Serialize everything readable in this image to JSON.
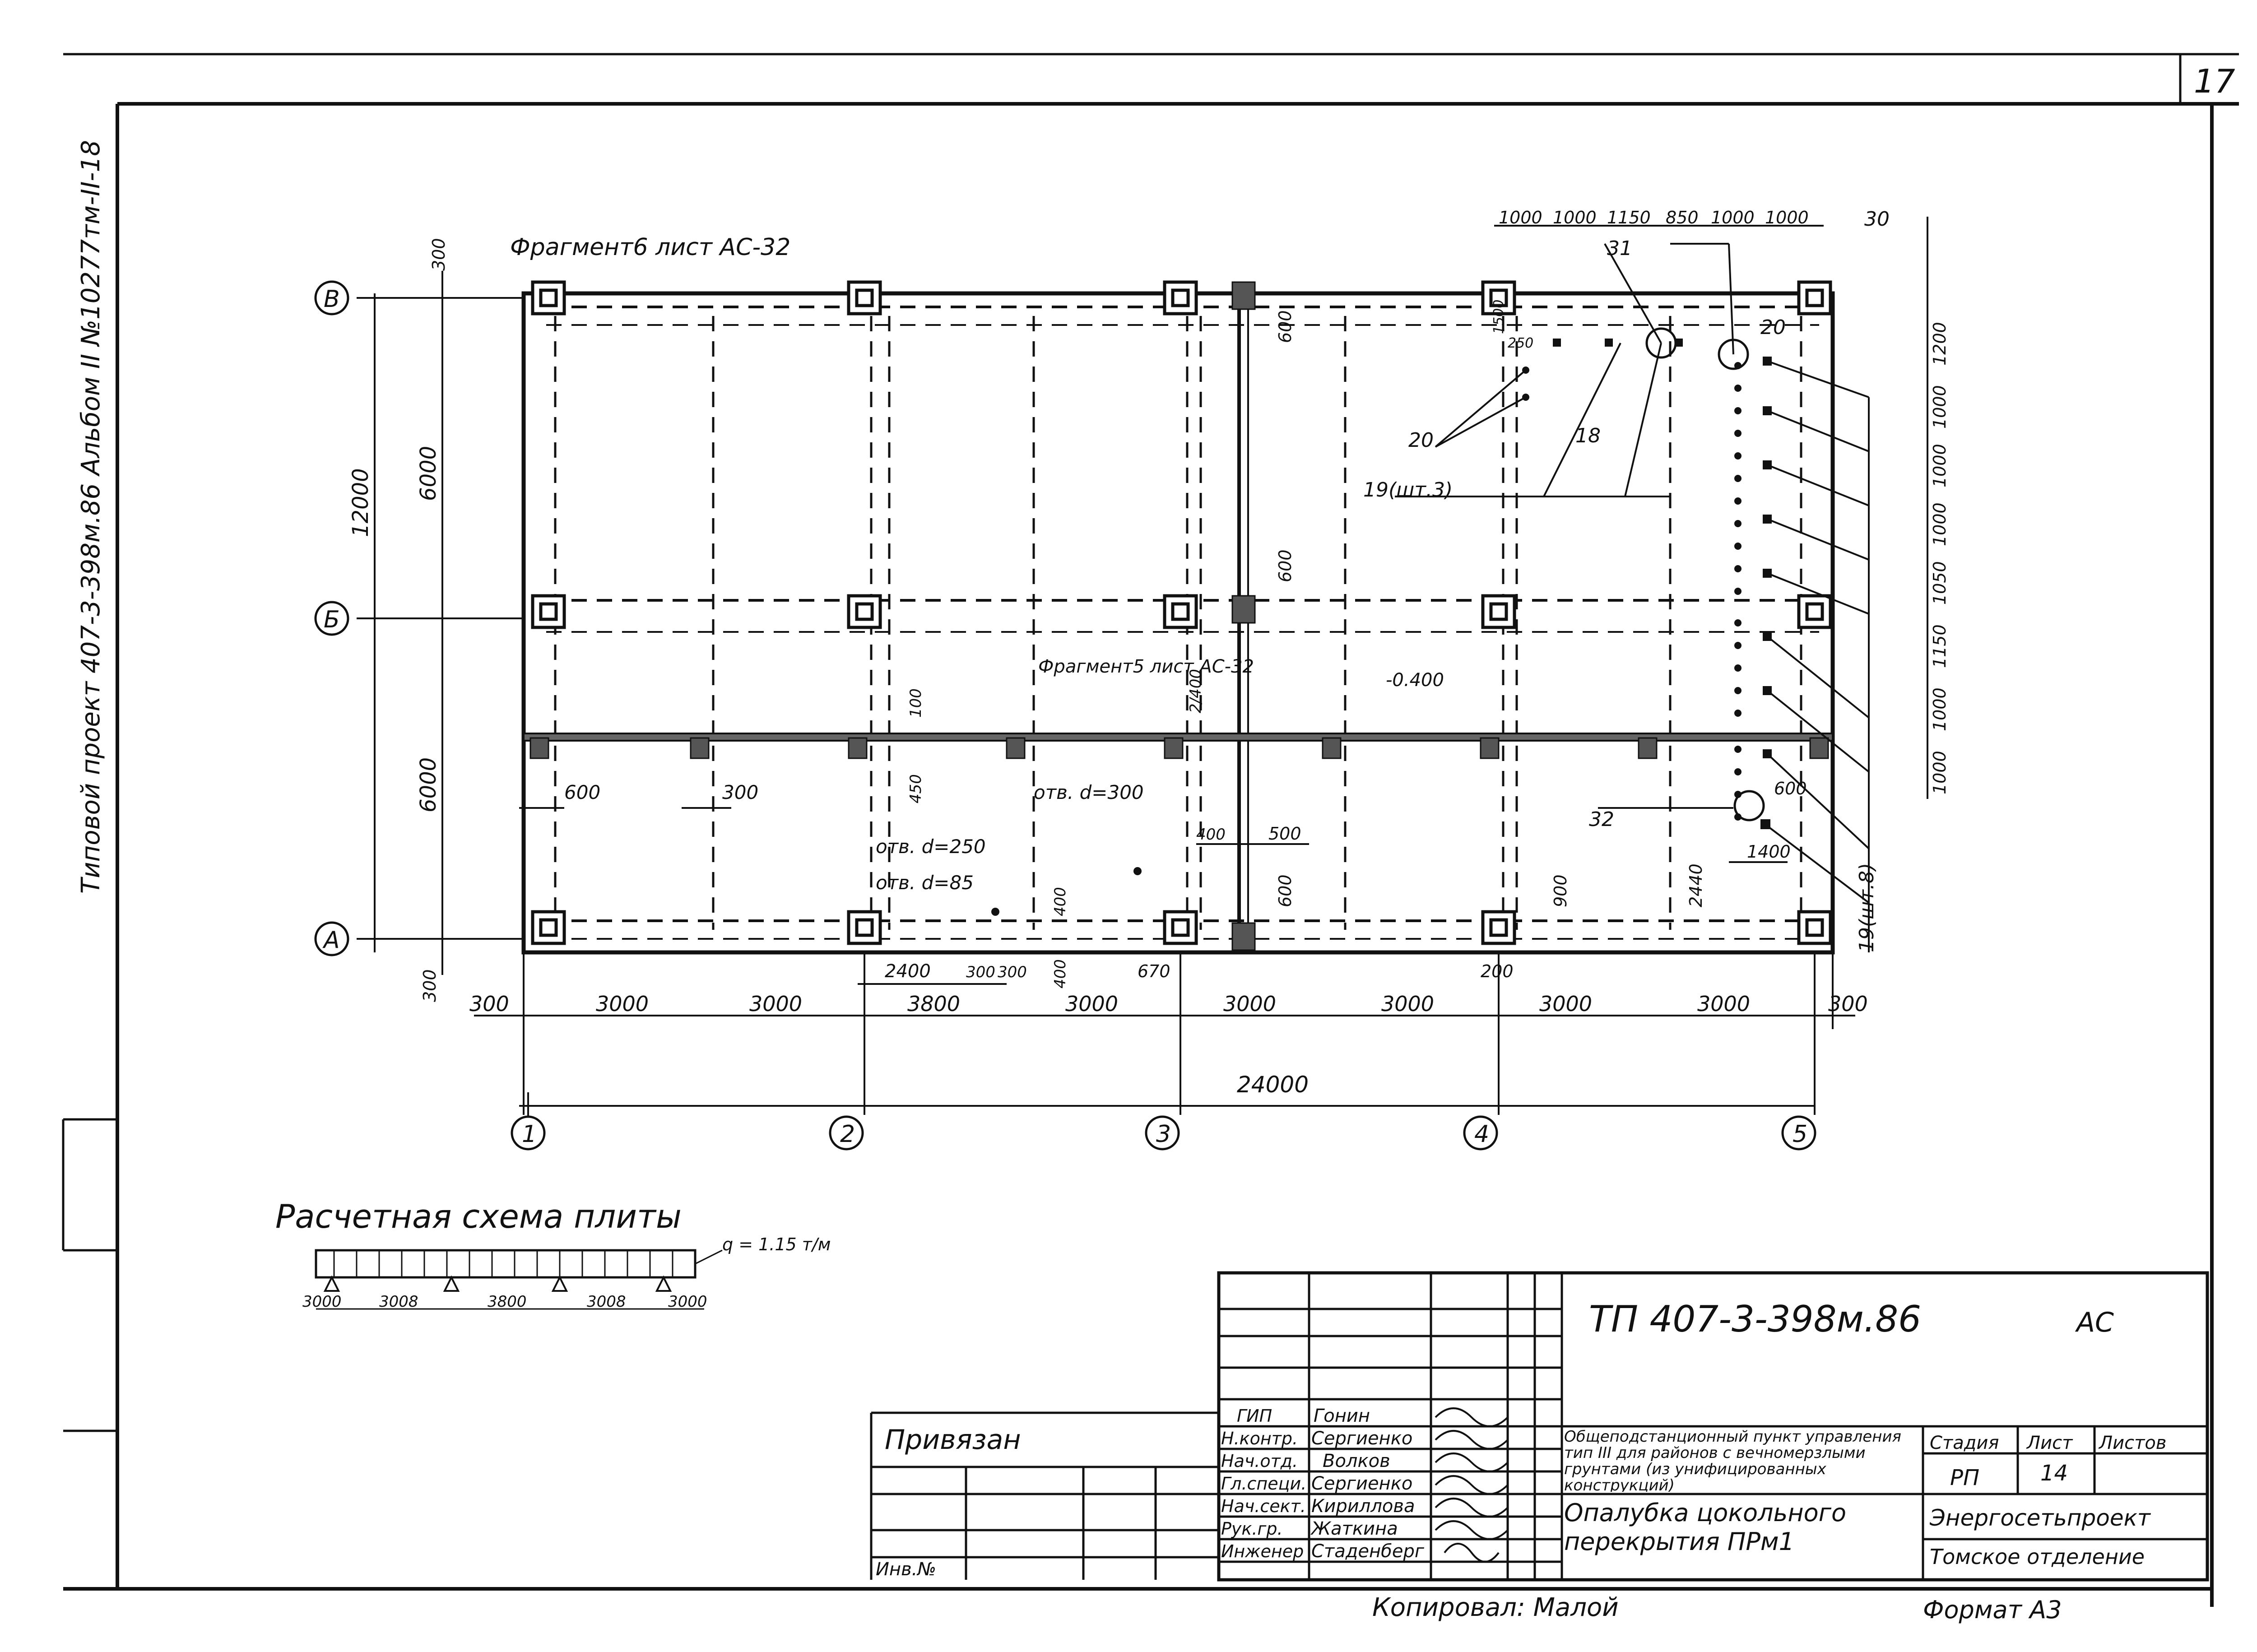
{
  "sheet": {
    "number": "17",
    "side_title": "Типовой проект 407-3-398м.86 Альбом II №10277тм-II-18",
    "format": "Формат А3",
    "copied_by": "Копировал: Малой"
  },
  "plan": {
    "fragment_top": "Фрагмент6 лист АС-32",
    "fragment_mid": "Фрагмент5 лист АС-32",
    "axes_rows": [
      "В",
      "Б",
      "А"
    ],
    "axes_cols": [
      "1",
      "2",
      "3",
      "4",
      "5"
    ],
    "dims_bottom": [
      "300",
      "3000",
      "3000",
      "3800",
      "3000",
      "3000",
      "3000",
      "3000",
      "3000",
      "300"
    ],
    "dims_bottom_upper": [
      "2400",
      "300",
      "300",
      "400",
      "670",
      "200"
    ],
    "dim_total": "24000",
    "dims_left": [
      "12000",
      "6000",
      "6000",
      "300",
      "300"
    ],
    "dims_top_right": [
      "1000",
      "1000",
      "1150",
      "850",
      "1000",
      "1000"
    ],
    "dims_right": [
      "1200",
      "1000",
      "1000",
      "1000",
      "1050",
      "1150",
      "1000",
      "1000"
    ],
    "marks": [
      "30",
      "31",
      "20",
      "20",
      "18",
      "19(шт.3)",
      "19(шт.8)",
      "32",
      "250",
      "1500",
      "600",
      "600",
      "600",
      "100",
      "450",
      "400",
      "400",
      "500",
      "900",
      "1400",
      "2440",
      "600",
      "-0.400",
      "2/400"
    ],
    "callouts": [
      "отв. d=300",
      "отв. d=250",
      "отв. d=85"
    ],
    "inner_dims": [
      "600",
      "300"
    ]
  },
  "calc": {
    "title": "Расчетная схема плиты",
    "load": "q = 1.15 т/м",
    "spans": [
      "3000",
      "3008",
      "3800",
      "3008",
      "3000"
    ]
  },
  "stamp": {
    "project_code": "ТП 407-3-398м.86",
    "mark": "АС",
    "roles": [
      "ГИП",
      "Н.контр.",
      "Нач.отд.",
      "Гл.специ.",
      "Нач.сект.",
      "Рук.гр.",
      "Инженер"
    ],
    "names": [
      "Гонин",
      "Сергиенко",
      "Волков",
      "Сергиенко",
      "Кириллова",
      "Жаткина",
      "Стаденберг"
    ],
    "object_title": "Общеподстанционный пункт управления тип III для районов с вечномерзлыми грунтами (из унифицированных конструкций)",
    "sheet_title": "Опалубка цокольного перекрытия ПРм1",
    "stage_label": "Стадия",
    "sheet_label": "Лист",
    "sheets_label": "Листов",
    "stage": "РП",
    "sheet_no": "14",
    "org": "Энергосетьпроект",
    "org_branch": "Томское отделение",
    "bound": "Привязан",
    "inv": "Инв.№"
  }
}
